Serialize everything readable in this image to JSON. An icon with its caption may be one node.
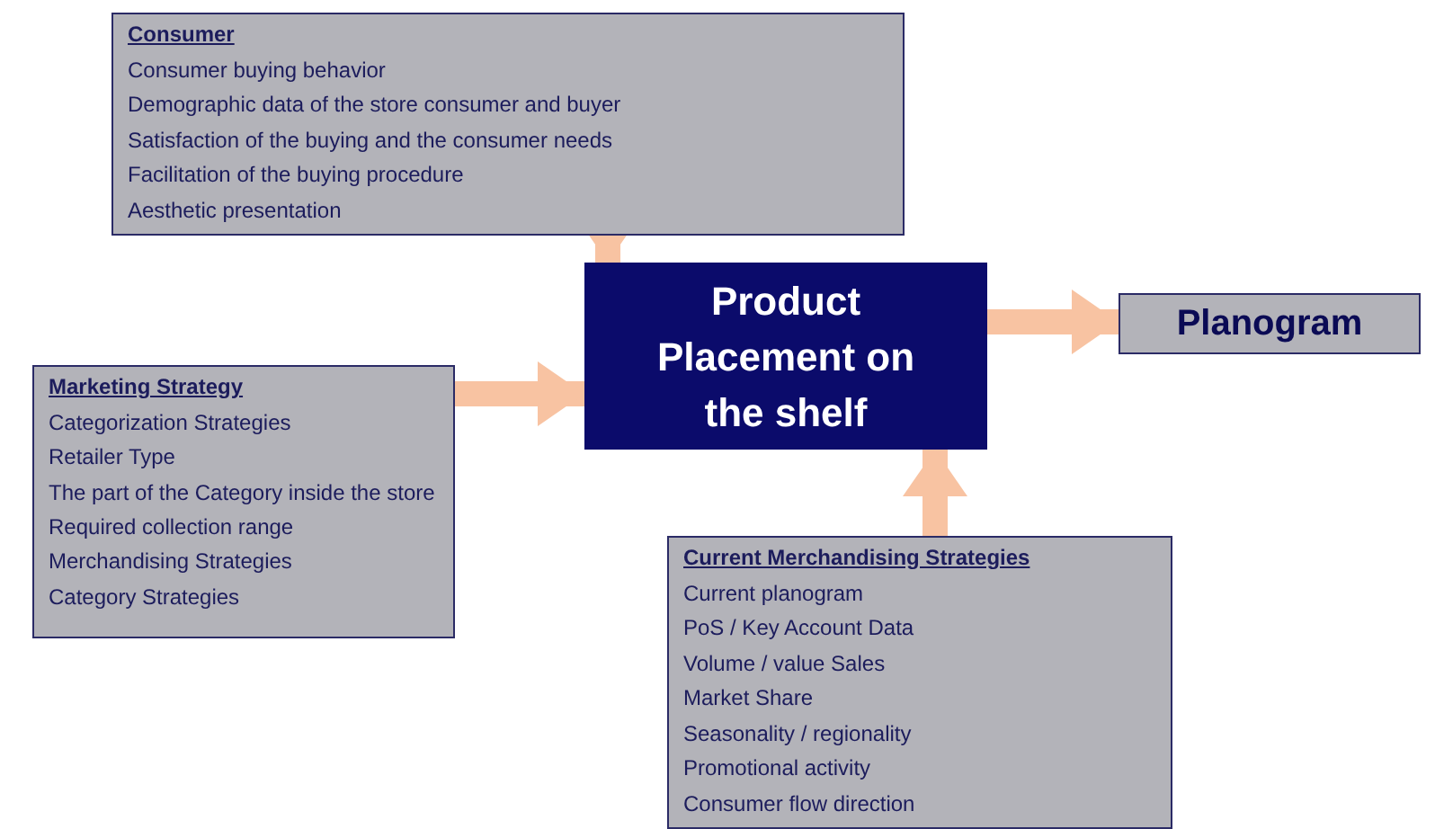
{
  "diagram": {
    "nodes": [
      {
        "text": [
          "Consumer",
          "Consumer buying behavior",
          "Demographic data of the store consumer and buyer",
          "Satisfaction of the buying and the consumer needs",
          "Facilitation of the buying procedure",
          "Aesthetic presentation"
        ]
      },
      {
        "text": [
          "Product Placement on the shelf"
        ]
      },
      {
        "text": [
          "Planogram"
        ]
      },
      {
        "text": [
          "Marketing Strategy",
          "Categorization Strategies",
          "Retailer Type",
          "The part of the Category inside the store",
          "Required collection range",
          "Merchandising Strategies",
          "Category Strategies"
        ]
      },
      {
        "text": [
          "Current Merchandising Strategies",
          "Current planogram",
          "PoS / Key Account Data",
          "Volume / value Sales",
          "Market Share",
          "Seasonality / regionality",
          "Promotional activity",
          "Consumer flow direction"
        ]
      }
    ],
    "edges": [
      {
        "from": 0,
        "to": 1,
        "arrow": "to"
      },
      {
        "from": 3,
        "to": 1,
        "arrow": "to"
      },
      {
        "from": 4,
        "to": 1,
        "arrow": "to"
      },
      {
        "from": 1,
        "to": 2,
        "arrow": "to"
      }
    ]
  }
}
